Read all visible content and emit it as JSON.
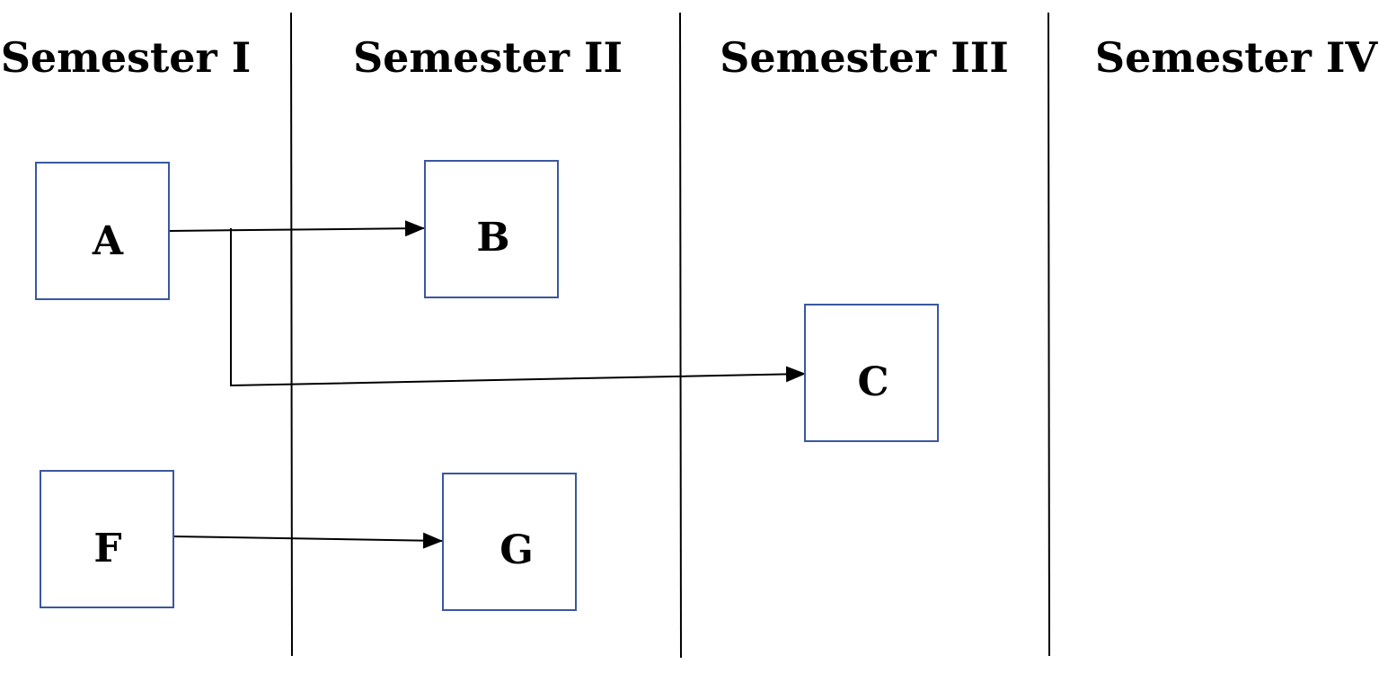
{
  "semesters": [
    {
      "label": "Semester I"
    },
    {
      "label": "Semester II"
    },
    {
      "label": "Semester III"
    },
    {
      "label": "Semester IV"
    }
  ],
  "nodes": {
    "A": {
      "label": "A"
    },
    "B": {
      "label": "B"
    },
    "C": {
      "label": "C"
    },
    "F": {
      "label": "F"
    },
    "G": {
      "label": "G"
    }
  },
  "edges": [
    {
      "from": "A",
      "to": "B"
    },
    {
      "from": "A",
      "to": "C"
    },
    {
      "from": "F",
      "to": "G"
    }
  ],
  "colors": {
    "box_border": "#3a57a0",
    "line": "#000000"
  }
}
